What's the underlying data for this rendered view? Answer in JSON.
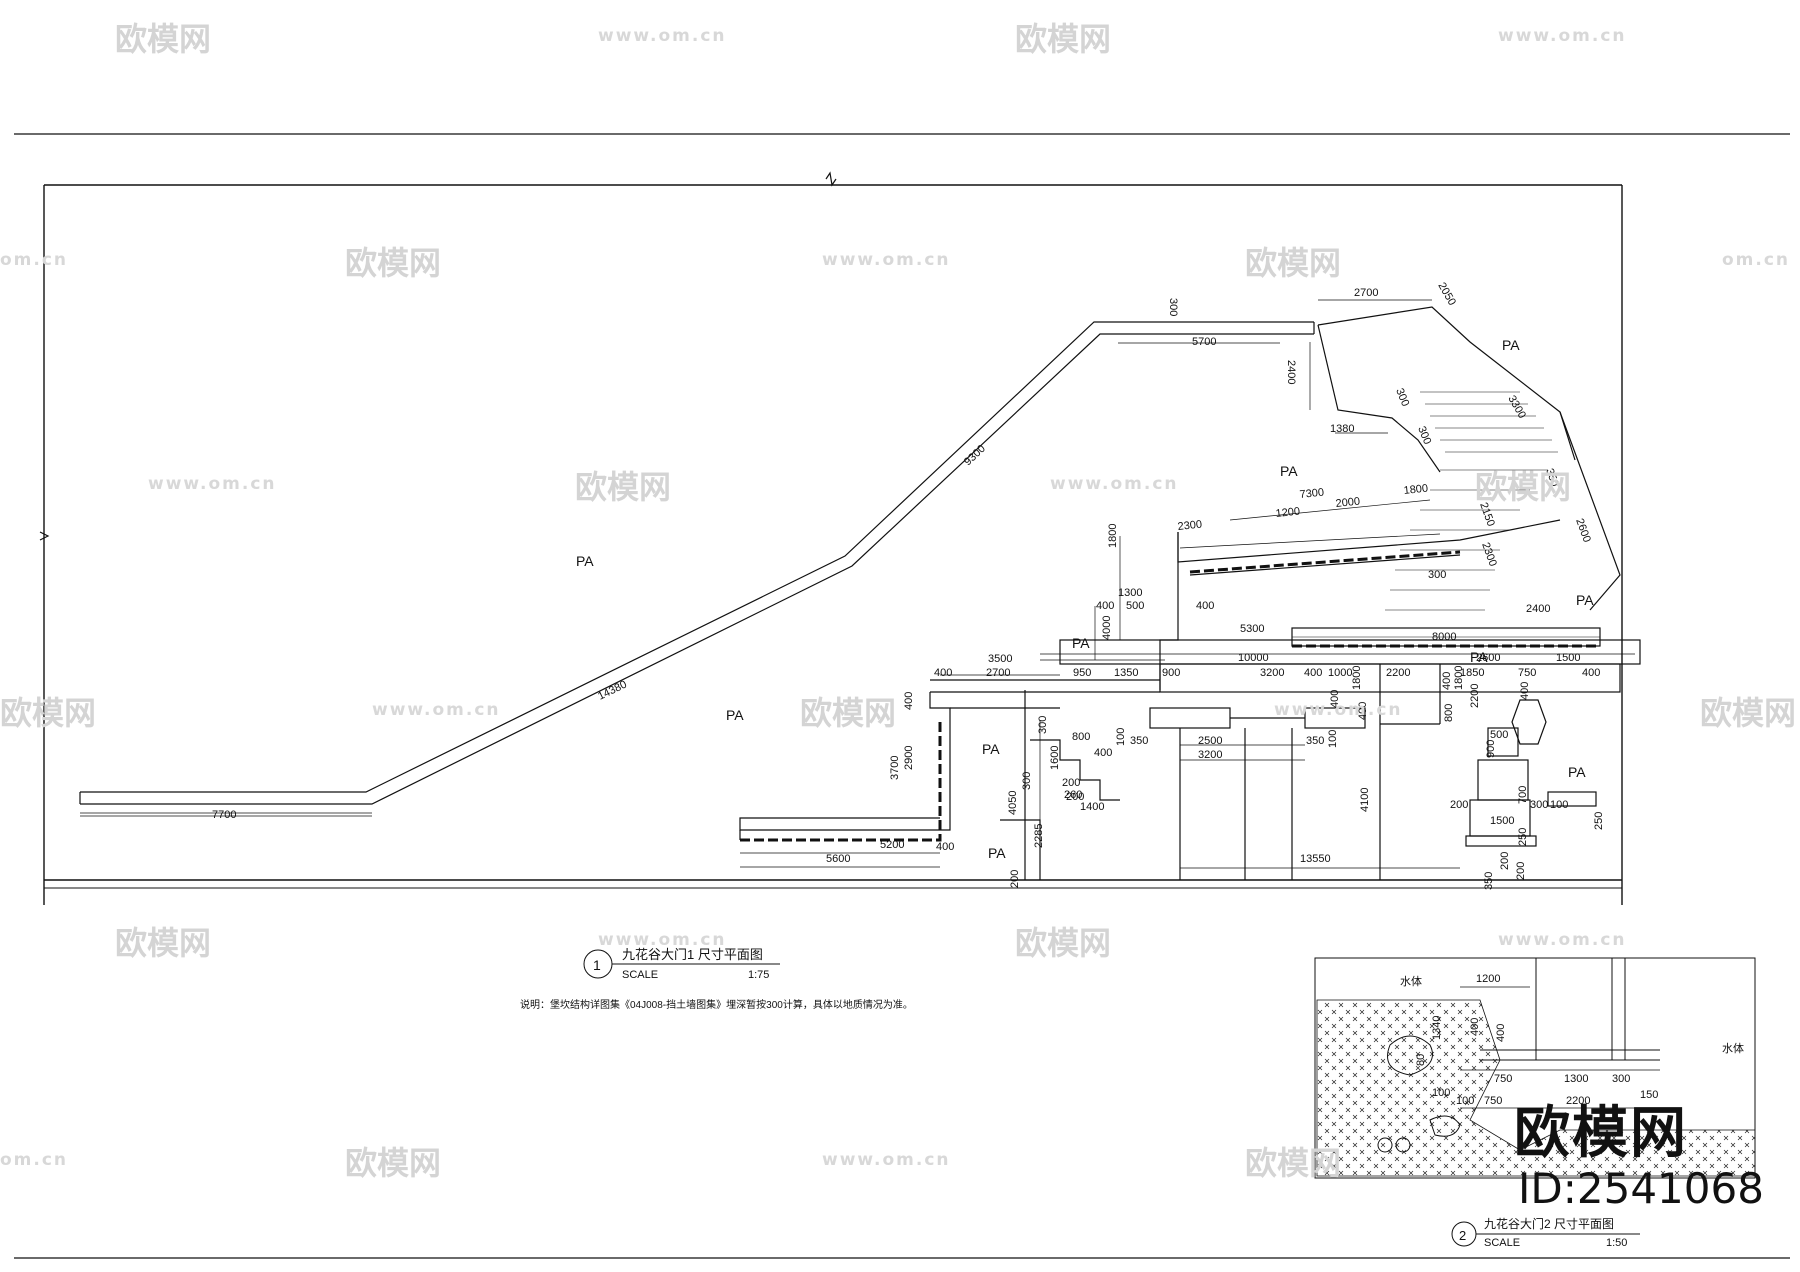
{
  "plan1": {
    "title": "九花谷大门1 尺寸平面图",
    "number": "1",
    "scale_label": "SCALE",
    "scale_value": "1:75",
    "note": "说明：堡坎结构详图集《04J008-挡土墙图集》埋深暂按300计算，具体以地质情况为准。"
  },
  "plan2": {
    "title": "九花谷大门2 尺寸平面图",
    "number": "2",
    "scale_label": "SCALE",
    "scale_value": "1:50",
    "labels": [
      "水体",
      "水体"
    ]
  },
  "area_labels": [
    "PA",
    "PA",
    "PA",
    "PA",
    "PA",
    "PA",
    "PA",
    "PA",
    "PA",
    "PA"
  ],
  "dimensions": [
    "7700",
    "14380",
    "9300",
    "5700",
    "300",
    "2400",
    "2700",
    "2050",
    "3300",
    "300",
    "300",
    "1380",
    "350",
    "2600",
    "7300",
    "2300",
    "1200",
    "2000",
    "1800",
    "2150",
    "2300",
    "300",
    "2400",
    "8000",
    "5300",
    "1800",
    "1300",
    "500",
    "400",
    "400",
    "4000",
    "3500",
    "2700",
    "400",
    "950",
    "1350",
    "900",
    "3200",
    "10000",
    "400",
    "1000",
    "2200",
    "1850",
    "2600",
    "1500",
    "750",
    "400",
    "1800",
    "400",
    "400",
    "1800",
    "800",
    "2200",
    "400",
    "400",
    "3700",
    "2900",
    "400",
    "5200",
    "5600",
    "400",
    "300",
    "800",
    "400",
    "1600",
    "100",
    "350",
    "2500",
    "3200",
    "350",
    "100",
    "200",
    "1400",
    "200",
    "260",
    "300",
    "4050",
    "2285",
    "200",
    "13550",
    "4100",
    "500",
    "900",
    "700",
    "200",
    "1500",
    "300",
    "100",
    "250",
    "200",
    "250",
    "350",
    "200",
    "1200",
    "400",
    "1300",
    "300",
    "750",
    "150",
    "2200",
    "750",
    "100",
    "80",
    "100",
    "1340",
    "400"
  ],
  "watermark": {
    "brand": "欧模网",
    "url": "www.om.cn",
    "url_partial": "om.cn",
    "stamp_brand": "欧模网",
    "stamp_id": "ID:2541068"
  }
}
